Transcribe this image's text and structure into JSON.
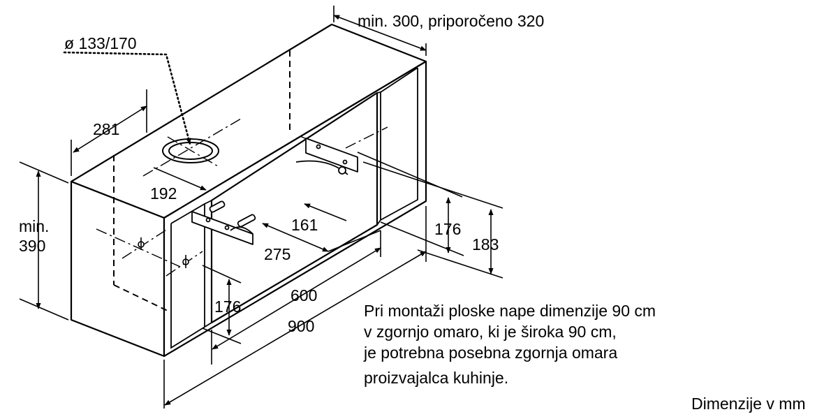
{
  "dimensions": {
    "top_width": "min. 300, priporočeno 320",
    "duct_diameter": "ø 133/170",
    "depth_281": "281",
    "offset_192": "192",
    "height_label_1": "min.",
    "height_label_2": "390",
    "bracket_161": "161",
    "bracket_275": "275",
    "height_176_right": "176",
    "height_183": "183",
    "height_176_left": "176",
    "width_600": "600",
    "width_900": "900"
  },
  "note": {
    "lines": [
      "Pri montaži ploske nape dimenzije 90 cm",
      "v zgornjo omaro, ki je široka 90 cm,",
      "je potrebna posebna zgornja omara",
      "proizvajalca kuhinje."
    ]
  },
  "units_label": "Dimenzije v mm"
}
